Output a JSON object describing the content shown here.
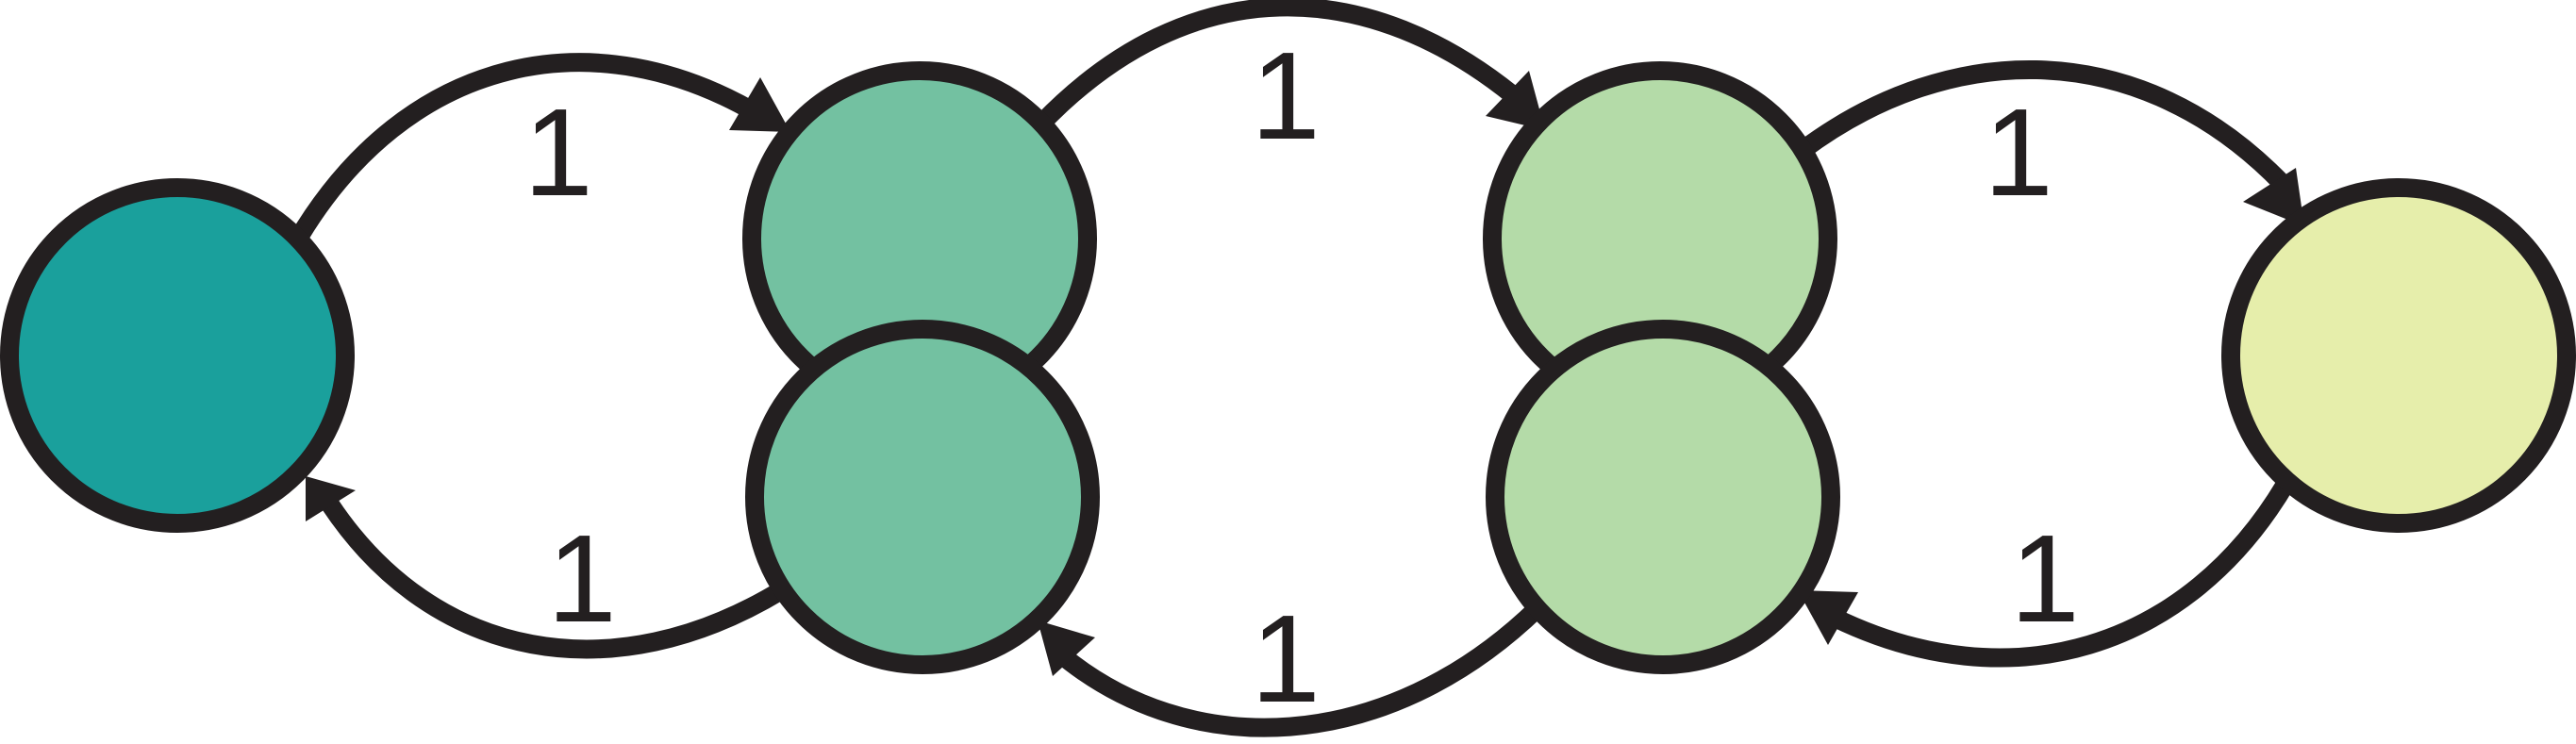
{
  "diagram": {
    "colors": {
      "stroke": "#231f20",
      "node_teal": "#1aa09c",
      "node_green": "#73c1a1",
      "node_light_green": "#b4dba8",
      "node_yellow": "#e6eeab",
      "background": "#ffffff"
    },
    "nodes": [
      {
        "id": "n1",
        "color": "#1aa09c"
      },
      {
        "id": "n2a",
        "color": "#73c1a1"
      },
      {
        "id": "n2b",
        "color": "#73c1a1"
      },
      {
        "id": "n3a",
        "color": "#b4dba8"
      },
      {
        "id": "n3b",
        "color": "#b4dba8"
      },
      {
        "id": "n4",
        "color": "#e6eeab"
      }
    ],
    "edges": [
      {
        "from": "n1",
        "to": "n2a",
        "label": "1"
      },
      {
        "from": "n2a",
        "to": "n3a",
        "label": "1"
      },
      {
        "from": "n3a",
        "to": "n4",
        "label": "1"
      },
      {
        "from": "n4",
        "to": "n3b",
        "label": "1"
      },
      {
        "from": "n3b",
        "to": "n2b",
        "label": "1"
      },
      {
        "from": "n2b",
        "to": "n1",
        "label": "1"
      }
    ]
  }
}
